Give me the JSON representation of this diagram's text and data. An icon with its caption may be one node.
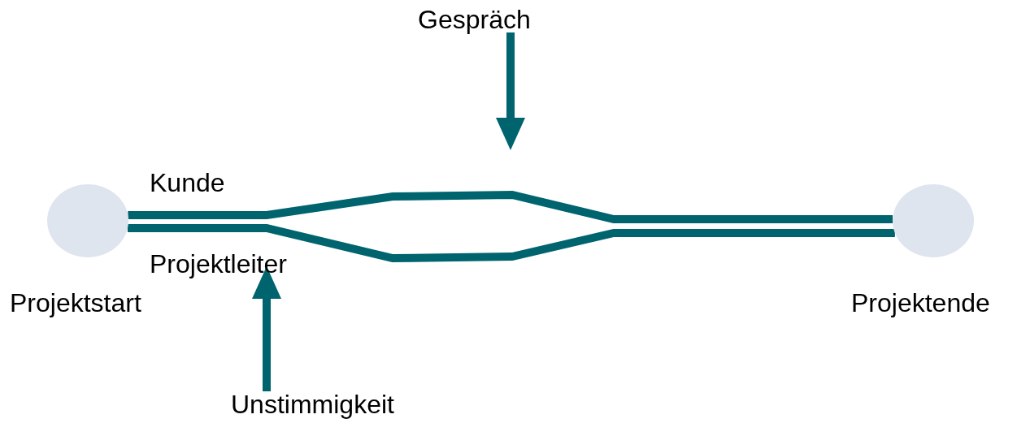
{
  "diagram": {
    "nodes": [
      {
        "text": [
          "Projektstart"
        ]
      },
      {
        "text": [
          "Projektende"
        ]
      },
      {
        "text": [
          "Gespräch"
        ]
      },
      {
        "text": [
          "Unstimmigkeit"
        ]
      }
    ],
    "edges": [
      {
        "from": 0,
        "to": 1,
        "label": "Kunde",
        "arrow": "none"
      },
      {
        "from": 0,
        "to": 1,
        "label": "Projektleiter",
        "arrow": "none"
      },
      {
        "from": 2,
        "to": null,
        "arrow": "to"
      },
      {
        "from": 3,
        "to": null,
        "arrow": "to"
      }
    ]
  }
}
